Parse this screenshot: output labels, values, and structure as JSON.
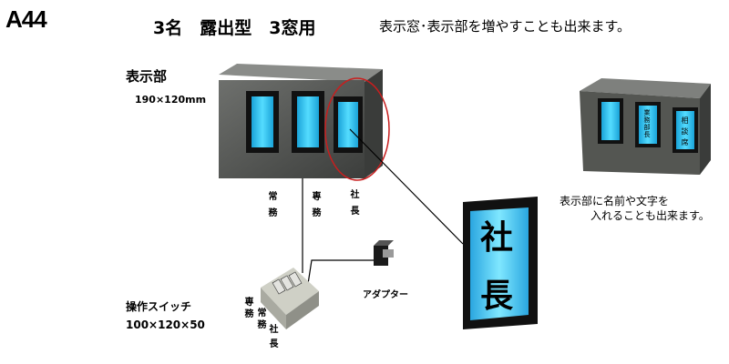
{
  "model_code": "A44",
  "headline": "3名　露出型　3窓用",
  "tagline": "表示窓･表示部を増やすことも出来ます。",
  "display_unit": {
    "label": "表示部",
    "dimensions": "190×120mm",
    "window_labels": [
      "常務",
      "専務",
      "社長"
    ]
  },
  "enlarged_panel": {
    "chars": [
      "社",
      "長"
    ]
  },
  "switch_unit": {
    "label": "操作スイッチ",
    "dimensions": "100×120×50",
    "button_labels": [
      "専務",
      "常務",
      "社長"
    ]
  },
  "adapter": {
    "label": "アダプター"
  },
  "sample_unit": {
    "window_texts": [
      "業務部長",
      "相談席"
    ],
    "note_line1": "表示部に名前や文字を",
    "note_line2": "入れることも出来ます。"
  },
  "colors": {
    "window_blue": "#2bc8f2",
    "panel_dark": "#4f524f",
    "highlight_oval": "#c81e1e"
  }
}
